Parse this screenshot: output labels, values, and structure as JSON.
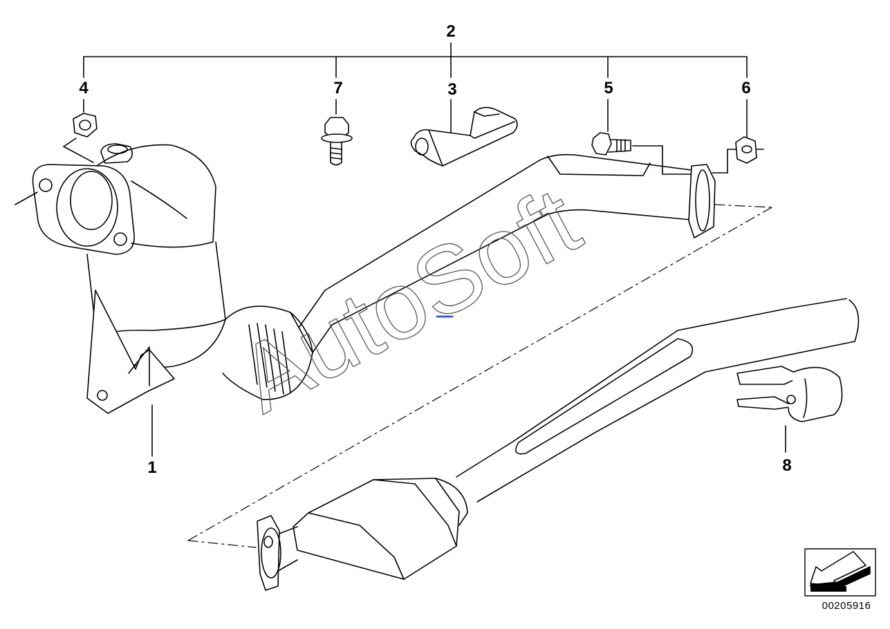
{
  "callouts": {
    "c1": "1",
    "c2": "2",
    "c3": "3",
    "c4": "4",
    "c5": "5",
    "c6": "6",
    "c7": "7",
    "c8": "8"
  },
  "diagram_number": "00205916",
  "watermark": "AutoSoft",
  "icons": {
    "orientation": "direction-arrow-icon"
  },
  "colors": {
    "line": "#000000",
    "background": "#ffffff",
    "watermark": "#555555",
    "accent_mark": "#3a5bd9"
  }
}
